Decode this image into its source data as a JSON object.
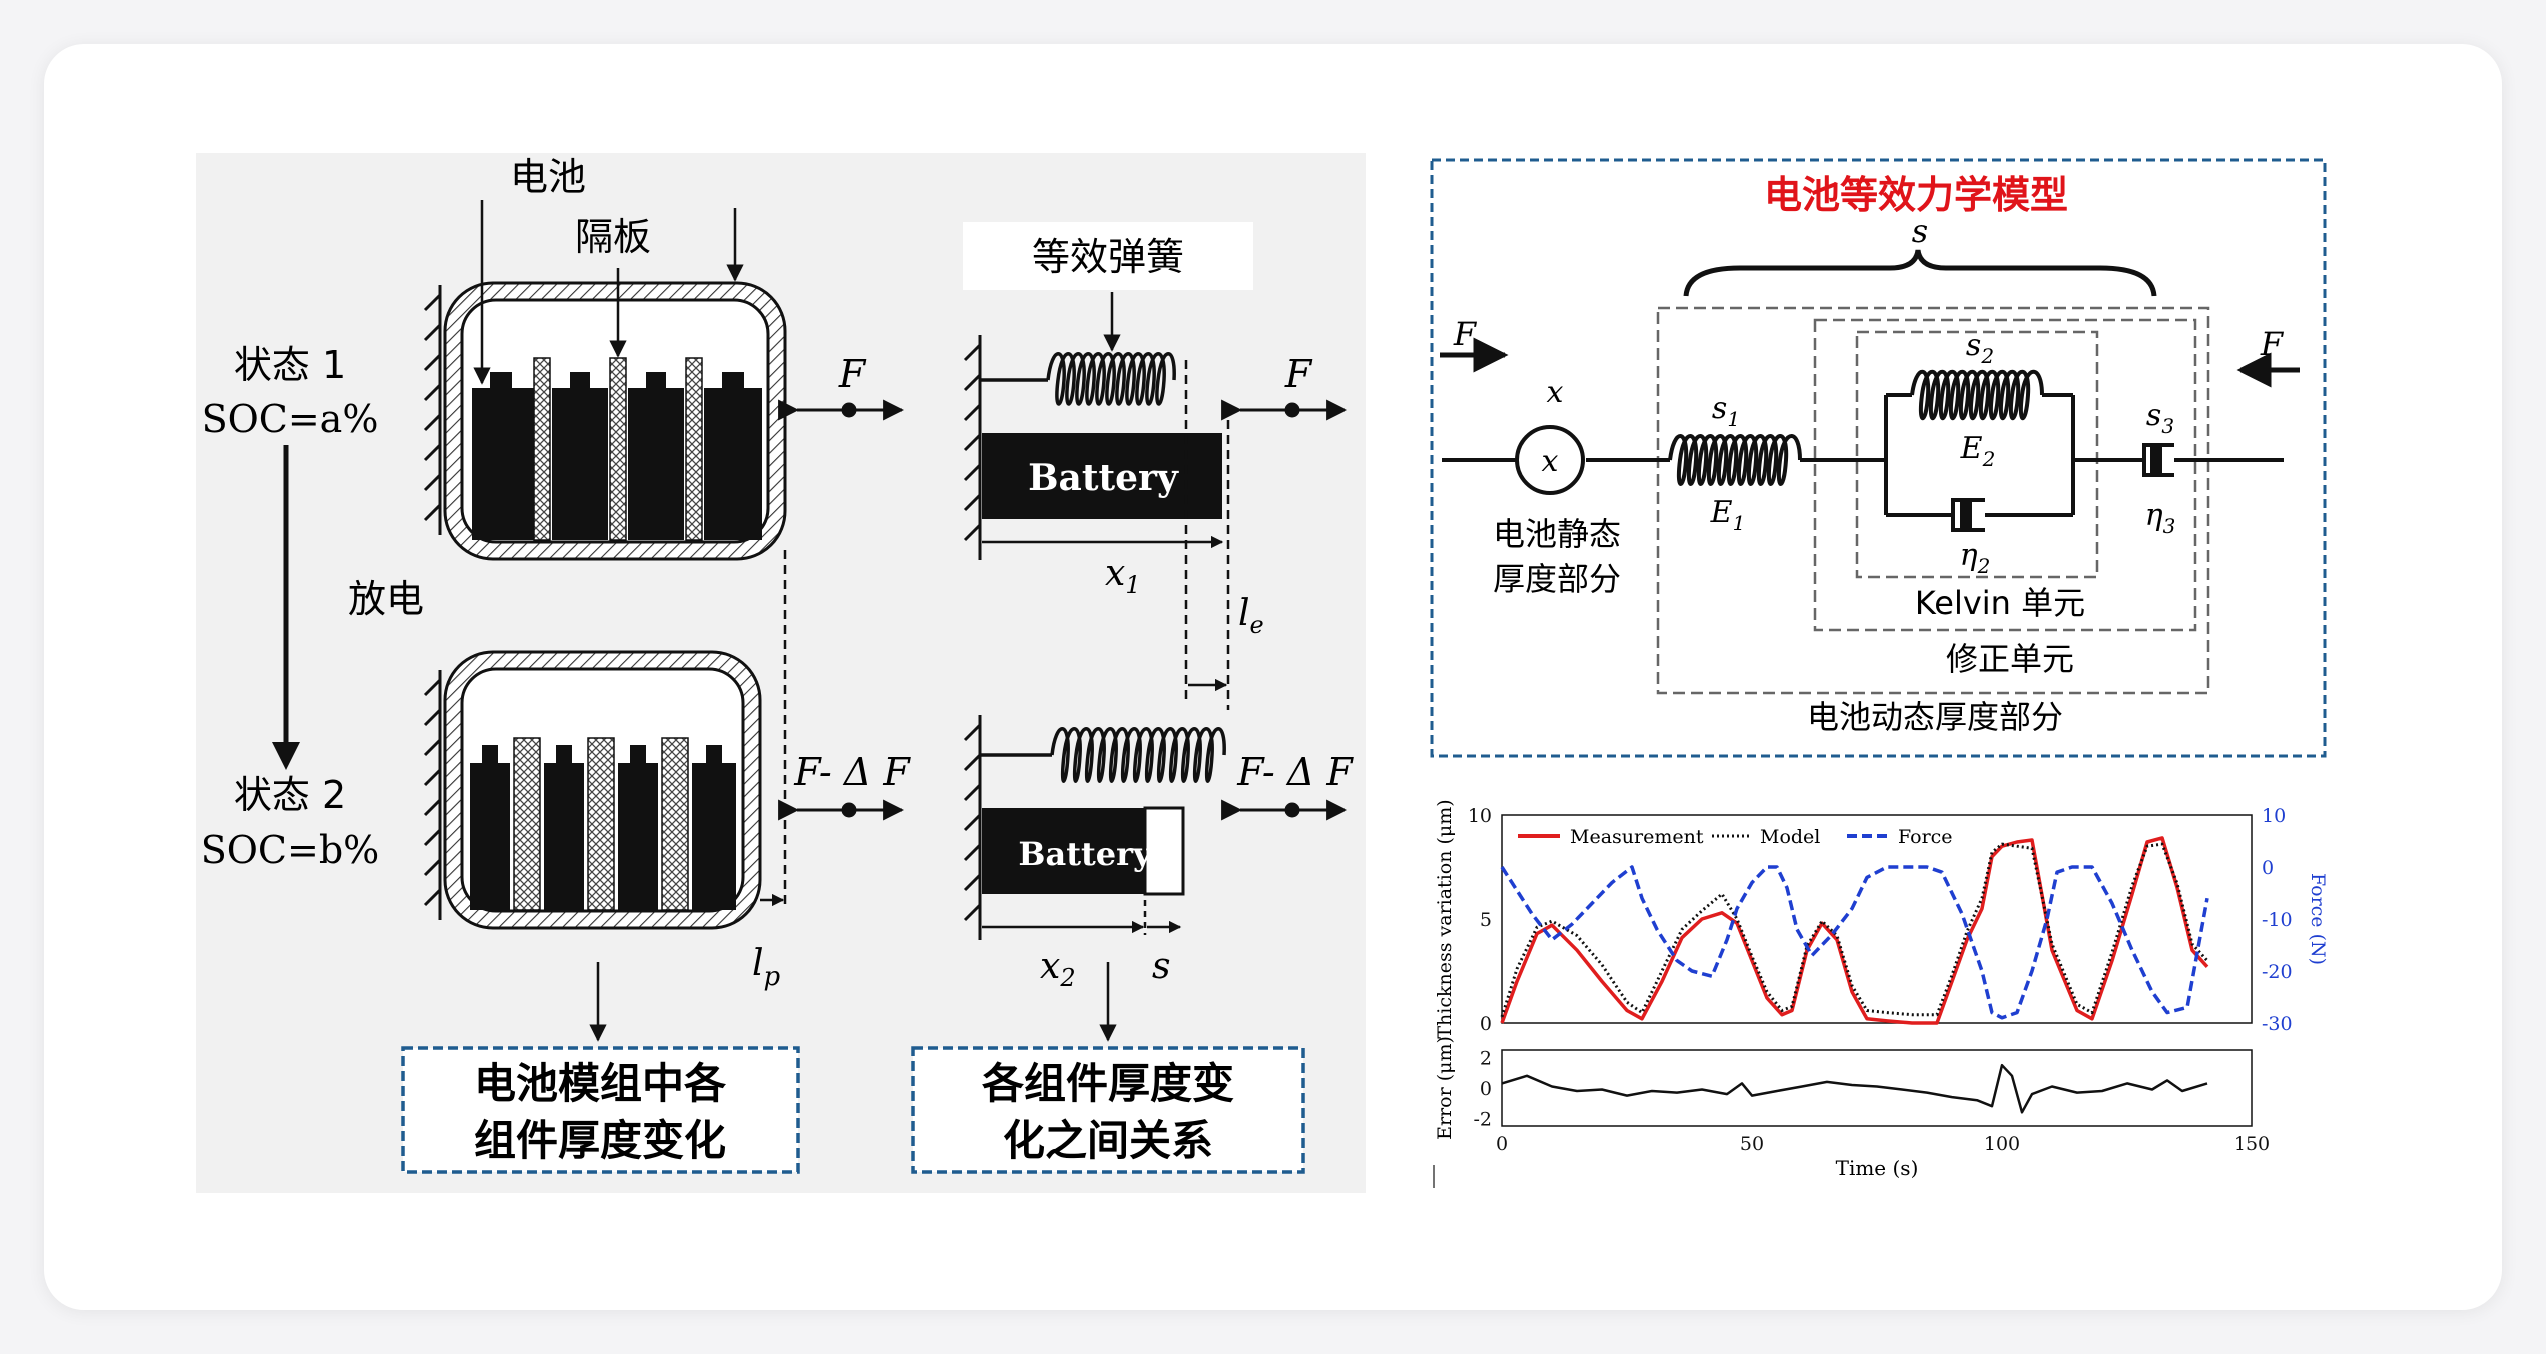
{
  "left": {
    "label_battery": "电池",
    "label_separator": "隔板",
    "state1_line1": "状态 1",
    "state1_line2": "SOC=a%",
    "discharge": "放电",
    "state2_line1": "状态 2",
    "state2_line2": "SOC=b%",
    "force_top": "F",
    "force_bottom": "F- Δ F",
    "lp": "l",
    "lp_sub": "p",
    "box1_line1": "电池模组中各",
    "box1_line2": "组件厚度变化",
    "equiv_spring": "等效弹簧",
    "battery_top": "Battery",
    "battery_bottom": "Battery",
    "force_right_top": "F",
    "force_right_bottom": "F- Δ F",
    "x1": "x",
    "x1_sub": "1",
    "le": "l",
    "le_sub": "e",
    "x2": "x",
    "x2_sub": "2",
    "s": "s",
    "box2_line1": "各组件厚度变",
    "box2_line2": "化之间关系"
  },
  "model": {
    "title": "电池等效力学模型",
    "s": "s",
    "F_left": "F",
    "F_right": "F",
    "x_label": "x",
    "x_circle": "x",
    "s1": "s",
    "s1_sub": "1",
    "E1": "E",
    "E1_sub": "1",
    "s2": "s",
    "s2_sub": "2",
    "E2": "E",
    "E2_sub": "2",
    "eta2": "η",
    "eta2_sub": "2",
    "s3": "s",
    "s3_sub": "3",
    "eta3": "η",
    "eta3_sub": "3",
    "static_line1": "电池静态",
    "static_line2": "厚度部分",
    "kelvin": "Kelvin 单元",
    "modify": "修正单元",
    "dynamic": "电池动态厚度部分",
    "title_color": "#e0141a",
    "border_color": "#1f5c8f"
  },
  "chart_data": {
    "type": "line",
    "xlabel": "Time (s)",
    "ylabel_top": "Thickness variation (μm)",
    "ylabel_right": "Force (N)",
    "ylabel_bottom": "Error (μm)",
    "xlim": [
      0,
      150
    ],
    "ylim_top": [
      0,
      10
    ],
    "ylim_right": [
      -30,
      10
    ],
    "ylim_bottom": [
      -2.5,
      2.5
    ],
    "xticks": [
      "0",
      "50",
      "100",
      "150"
    ],
    "yticks_top": [
      "0",
      "5",
      "10"
    ],
    "yticks_right": [
      "10",
      "0",
      "-10",
      "-20",
      "-30"
    ],
    "yticks_bottom": [
      "2",
      "0",
      "-2"
    ],
    "legend": [
      "Measurement",
      "Model",
      "Force"
    ],
    "series": [
      {
        "name": "Measurement",
        "color": "#e01e1e",
        "axis": "left",
        "x": [
          0,
          3,
          7,
          10,
          15,
          20,
          25,
          28,
          32,
          36,
          40,
          44,
          47,
          50,
          53,
          56,
          58,
          61,
          64,
          67,
          70,
          73,
          77,
          82,
          87,
          90,
          93,
          96,
          98,
          100,
          103,
          106,
          110,
          115,
          118,
          122,
          126,
          129,
          132,
          135,
          138,
          141
        ],
        "y": [
          0,
          2,
          4.3,
          4.7,
          3.5,
          2,
          0.6,
          0.2,
          2,
          4.1,
          5,
          5.3,
          4.8,
          3,
          1.2,
          0.4,
          0.6,
          3.5,
          4.8,
          4,
          1.5,
          0.2,
          0.1,
          0,
          0,
          2,
          4,
          5.5,
          8,
          8.5,
          8.7,
          8.8,
          3.5,
          0.6,
          0.2,
          3,
          6.2,
          8.7,
          8.9,
          6.5,
          3.5,
          2.7
        ]
      },
      {
        "name": "Model",
        "color": "#111111",
        "axis": "left",
        "style": "dotted",
        "x": [
          0,
          3,
          7,
          10,
          15,
          20,
          25,
          28,
          32,
          36,
          40,
          44,
          47,
          50,
          53,
          56,
          58,
          61,
          64,
          67,
          70,
          73,
          77,
          82,
          87,
          90,
          93,
          96,
          98,
          100,
          103,
          106,
          110,
          115,
          118,
          122,
          126,
          129,
          132,
          135,
          138,
          141
        ],
        "y": [
          0.3,
          2.6,
          4.6,
          4.9,
          4.2,
          2.8,
          1,
          0.5,
          2.5,
          4.5,
          5.4,
          6.2,
          5,
          3.2,
          1.5,
          0.6,
          0.8,
          3.7,
          4.9,
          4.2,
          1.8,
          0.6,
          0.5,
          0.4,
          0.4,
          2.3,
          4.4,
          6,
          8.2,
          8.6,
          8.5,
          8.4,
          3.8,
          0.9,
          0.5,
          3.4,
          6.6,
          8.5,
          8.6,
          6.7,
          3.8,
          3
        ]
      },
      {
        "name": "Force",
        "color": "#1f3fd0",
        "axis": "right",
        "style": "dashed",
        "x": [
          0,
          2,
          6,
          10,
          14,
          18,
          22,
          26,
          28,
          31,
          35,
          38,
          42,
          45,
          47,
          50,
          53,
          55,
          57,
          59,
          62,
          66,
          70,
          73,
          77,
          81,
          85,
          88,
          92,
          96,
          98,
          100,
          103,
          106,
          109,
          111,
          114,
          118,
          122,
          126,
          130,
          133,
          137,
          141
        ],
        "y": [
          0,
          -3,
          -9,
          -14,
          -11,
          -7,
          -3,
          0,
          -6,
          -12,
          -18,
          -20,
          -21,
          -14,
          -8,
          -3,
          0,
          0,
          -4,
          -12,
          -17,
          -13,
          -8,
          -2,
          0,
          0,
          0,
          -1,
          -9,
          -20,
          -28,
          -29,
          -28,
          -20,
          -10,
          -1,
          0,
          0,
          -7,
          -16,
          -24,
          -28,
          -27,
          -6
        ]
      }
    ],
    "error_series": {
      "name": "Error",
      "color": "#111111",
      "x": [
        0,
        5,
        10,
        15,
        20,
        25,
        30,
        35,
        40,
        45,
        48,
        50,
        55,
        60,
        65,
        70,
        75,
        80,
        85,
        90,
        95,
        98,
        100,
        102,
        104,
        106,
        110,
        115,
        120,
        125,
        130,
        133,
        136,
        141
      ],
      "y": [
        0.3,
        0.8,
        0.1,
        -0.2,
        -0.1,
        -0.5,
        -0.2,
        -0.3,
        -0.1,
        -0.4,
        0.3,
        -0.5,
        -0.2,
        0.1,
        0.4,
        0.2,
        0.1,
        -0.1,
        -0.3,
        -0.6,
        -0.8,
        -1.2,
        1.5,
        0.8,
        -1.6,
        -0.4,
        0.1,
        -0.3,
        -0.2,
        0.3,
        -0.1,
        0.5,
        -0.2,
        0.3
      ]
    }
  }
}
